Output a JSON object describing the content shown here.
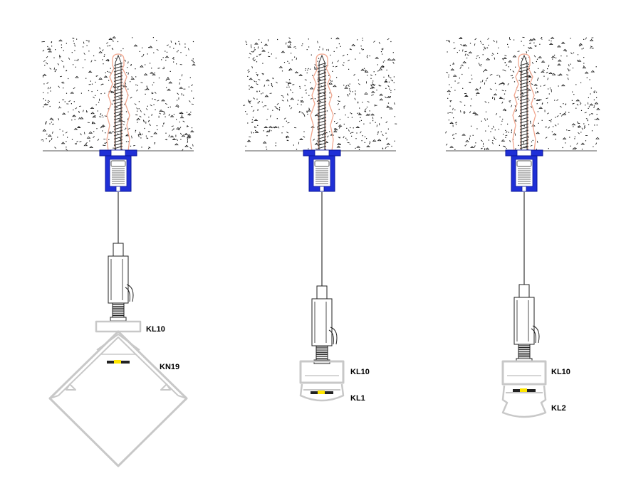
{
  "labels": {
    "left_adapter": "KL10",
    "left_profile": "KN19",
    "middle_adapter": "KL10",
    "middle_profile": "KL1",
    "right_adapter": "KL10",
    "right_profile": "KL2"
  },
  "colors": {
    "concrete_dot": "#111111",
    "ceiling_line": "#555555",
    "dowel": "#f2a78f",
    "screw": "#333333",
    "canopy_blue": "#1f2fd6",
    "canopy_dark": "#0a1599",
    "canopy_grey": "#8c8c8c",
    "cable": "#444444",
    "gripper": "#222222",
    "profile": "#c8c8c8",
    "led": "#ffe600"
  },
  "icons": {
    "ceiling": "concrete-hatch",
    "anchor": "wall-plug-dowel",
    "fastener": "wood-screw",
    "mount": "ceiling-canopy",
    "suspension": "steel-cable",
    "clamp": "cable-gripper",
    "led": "led-strip"
  }
}
